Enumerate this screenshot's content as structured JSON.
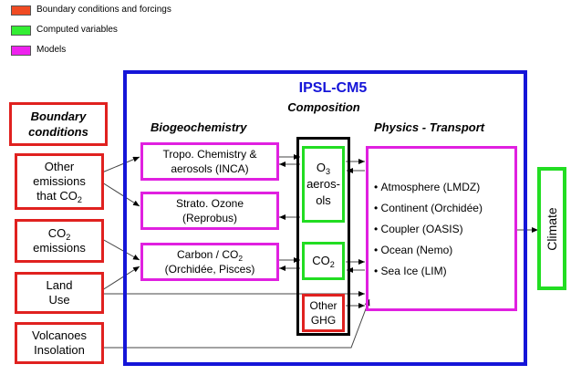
{
  "legend": [
    {
      "label": "Boundary conditions and forcings",
      "color": "#f04b23"
    },
    {
      "label": "Computed variables",
      "color": "#33ee33"
    },
    {
      "label": "Models",
      "color": "#ee22ee"
    }
  ],
  "colors": {
    "main_frame": "#1515d8",
    "title": "#1515d8",
    "boundary": "#e0211f",
    "models": "#e020e0",
    "computed": "#22dd22"
  },
  "diagram": {
    "title": "IPSL-CM5",
    "composition": "Composition",
    "biogeochemistry": "Biogeochemistry",
    "physics_transport": "Physics - Transport",
    "boundary_heading": [
      "Boundary",
      "conditions"
    ],
    "inputs": {
      "other_emissions": {
        "l1": "Other",
        "l2": "emissions",
        "l3": "that CO",
        "sub": "2"
      },
      "co2_emissions": {
        "l1": "CO",
        "sub": "2",
        "l2": "emissions"
      },
      "land_use": {
        "l1": "Land",
        "l2": "Use"
      },
      "volcanoes": {
        "l1": "Volcanoes",
        "l2": "Insolation"
      }
    },
    "models": {
      "tropo": {
        "l1": "Tropo. Chemistry &",
        "l2": "aerosols (INCA)"
      },
      "strato": {
        "l1": "Strato. Ozone",
        "l2": "(Reprobus)"
      },
      "carbon": {
        "l1a": "Carbon / CO",
        "sub": "2",
        "l2": "(Orchidée, Pisces)"
      }
    },
    "computed": {
      "o3": {
        "l1": "O",
        "sub": "3",
        "l2": "aeros-",
        "l3": "ols"
      },
      "co2": {
        "l1": "CO",
        "sub": "2"
      },
      "other_ghg": {
        "l1": "Other",
        "l2": "GHG"
      }
    },
    "physics_items": [
      "Atmosphere (LMDZ)",
      "Continent (Orchidée)",
      "Coupler (OASIS)",
      "Ocean (Nemo)",
      "Sea Ice (LIM)"
    ],
    "climate": "Climate"
  }
}
